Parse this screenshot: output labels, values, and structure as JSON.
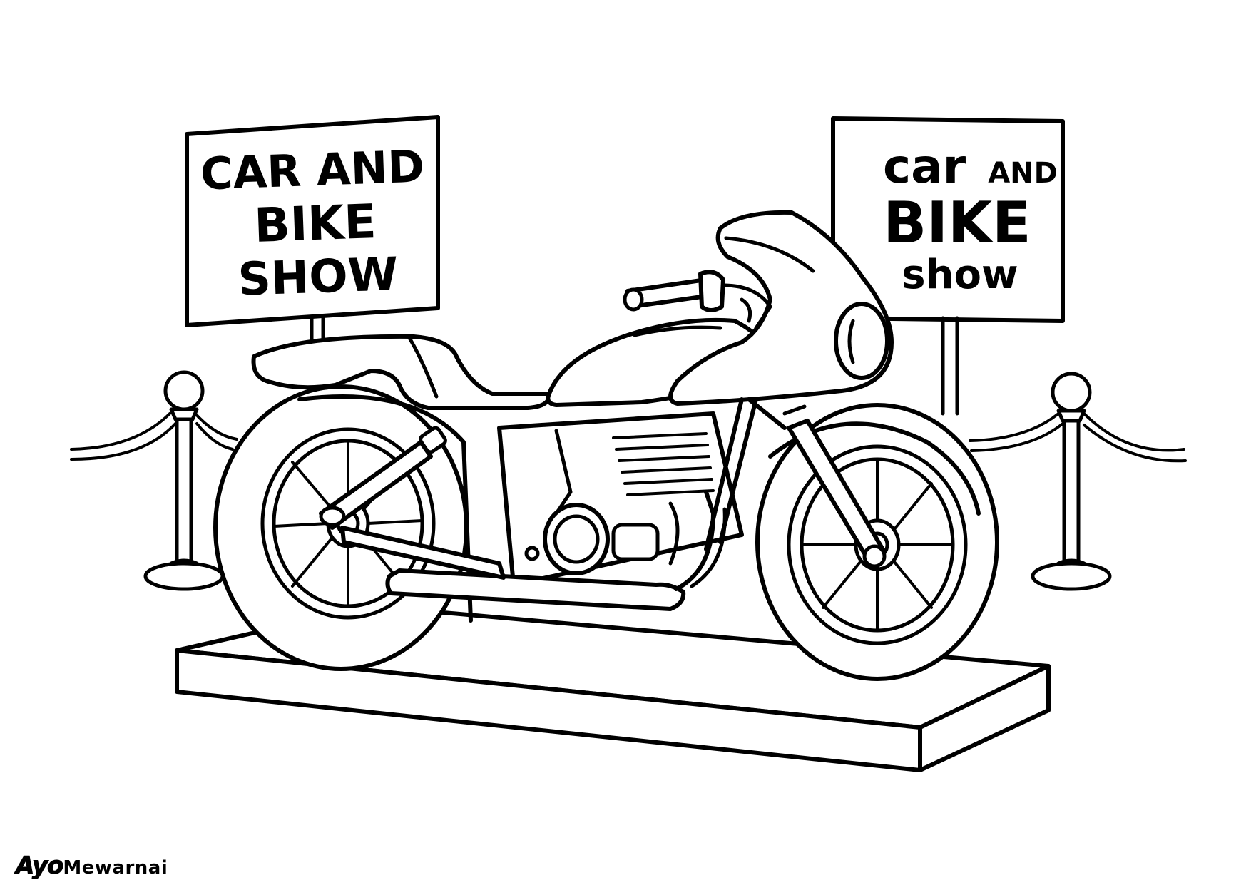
{
  "sign_left": {
    "line1": "CAR AND",
    "line2": "BIKE",
    "line3": "SHOW"
  },
  "sign_right": {
    "line1_big": "car",
    "line1_small": "AND",
    "line2": "BIKE",
    "line3": "show"
  },
  "watermark": {
    "part1": "Ayo",
    "part2": "Mewarnai"
  },
  "colors": {
    "ink": "#000000",
    "paper": "#ffffff"
  }
}
